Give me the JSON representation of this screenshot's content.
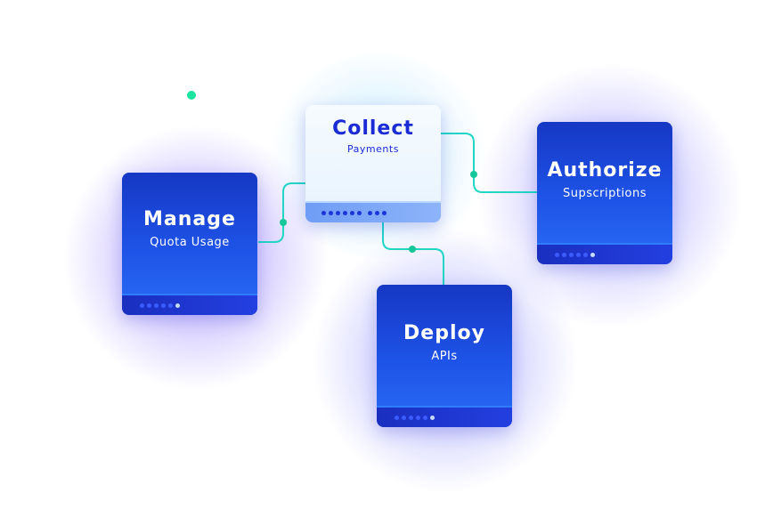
{
  "nodes": [
    {
      "id": "manage",
      "title": "Manage",
      "subtitle": "Quota Usage"
    },
    {
      "id": "collect",
      "title": "Collect",
      "subtitle": "Payments"
    },
    {
      "id": "authorize",
      "title": "Authorize",
      "subtitle": "Supscriptions"
    },
    {
      "id": "deploy",
      "title": "Deploy",
      "subtitle": "APIs"
    }
  ],
  "colors": {
    "card_blue": "#1e54e8",
    "card_light": "#eaf5fe",
    "connector": "#21d6c6",
    "connector_dot": "#16c79a",
    "glow": "#7a5cff"
  }
}
